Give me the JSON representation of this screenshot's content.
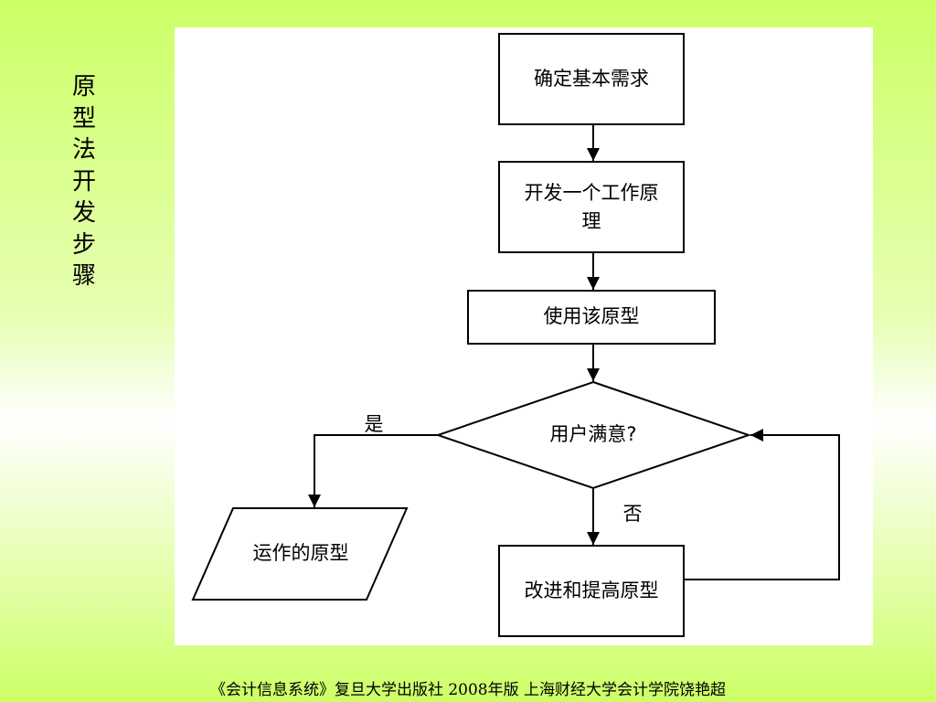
{
  "side_title": "原型法开发步骤",
  "diagram": {
    "nodes": {
      "n1": "确定基本需求",
      "n2": "开发一个工作原理",
      "n3": "使用该原型",
      "decision": "用户满意?",
      "yes_result": "运作的原型",
      "improve": "改进和提高原型"
    },
    "edge_labels": {
      "yes": "是",
      "no": "否"
    }
  },
  "footer": "《会计信息系统》复旦大学出版社 2008年版 上海财经大学会计学院饶艳超"
}
